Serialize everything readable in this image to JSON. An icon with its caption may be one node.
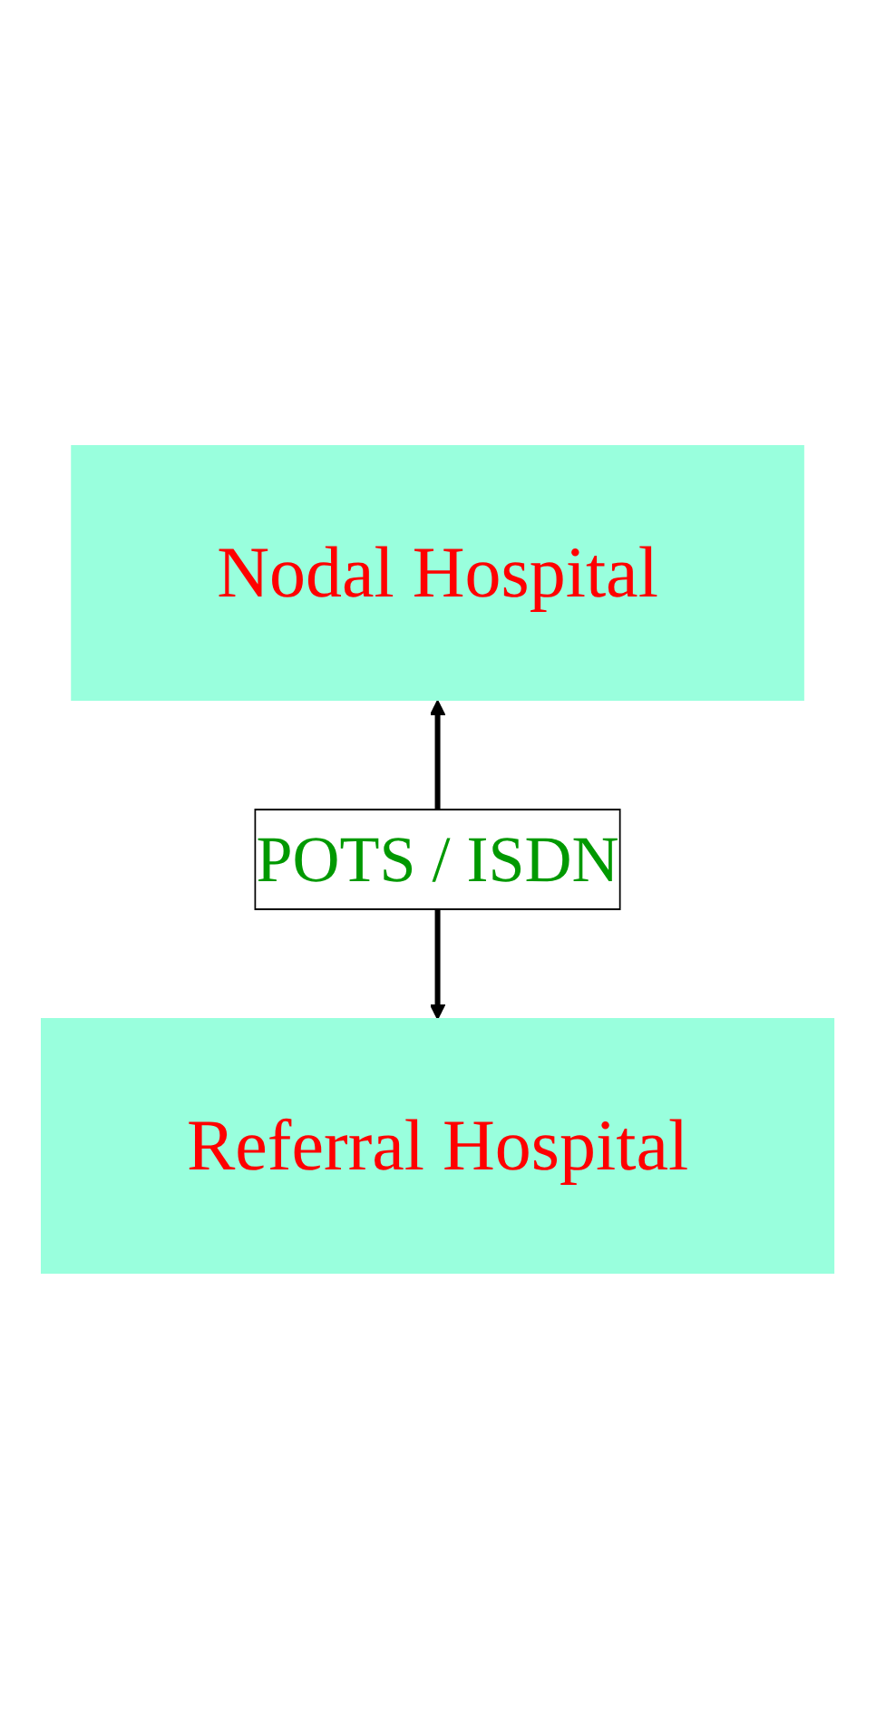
{
  "diagram": {
    "nodes": [
      {
        "text": [
          "Nodal Hospital"
        ]
      },
      {
        "text": [
          "Referral Hospital"
        ]
      }
    ],
    "edges": [
      {
        "from": 0,
        "to": 1,
        "arrow": "both",
        "label": "POTS / ISDN"
      }
    ]
  }
}
